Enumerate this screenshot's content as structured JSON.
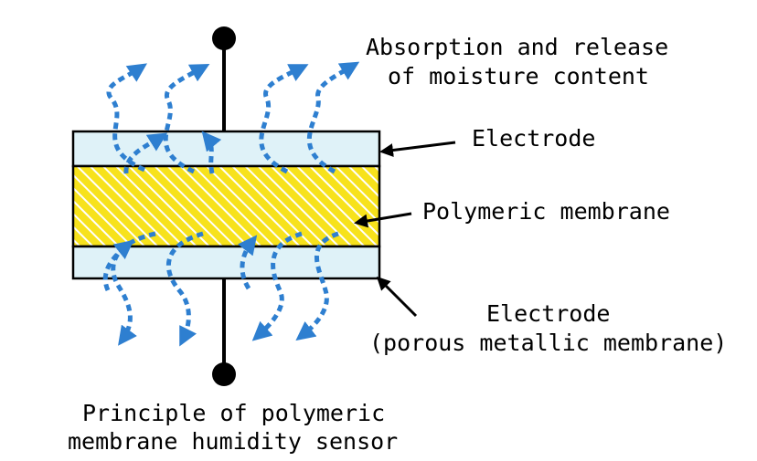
{
  "labels": {
    "moisture_line1": "Absorption and release",
    "moisture_line2": "of moisture content",
    "top_electrode": "Electrode",
    "membrane": "Polymeric membrane",
    "bottom_electrode_line1": "Electrode",
    "bottom_electrode_line2": "(porous metallic membrane)",
    "caption_line1": "Principle of polymeric",
    "caption_line2": "membrane humidity sensor"
  },
  "colors": {
    "electrode_fill": "#dff2f8",
    "membrane_fill": "#f7e21c",
    "membrane_hatch": "#ffffff",
    "moisture_arrow": "#2e7fd0",
    "outline": "#000000"
  },
  "icons": {
    "terminal": "terminal-dot-icon",
    "moisture": "dashed-curved-arrow-icon",
    "pointer": "pointer-arrow-icon"
  }
}
